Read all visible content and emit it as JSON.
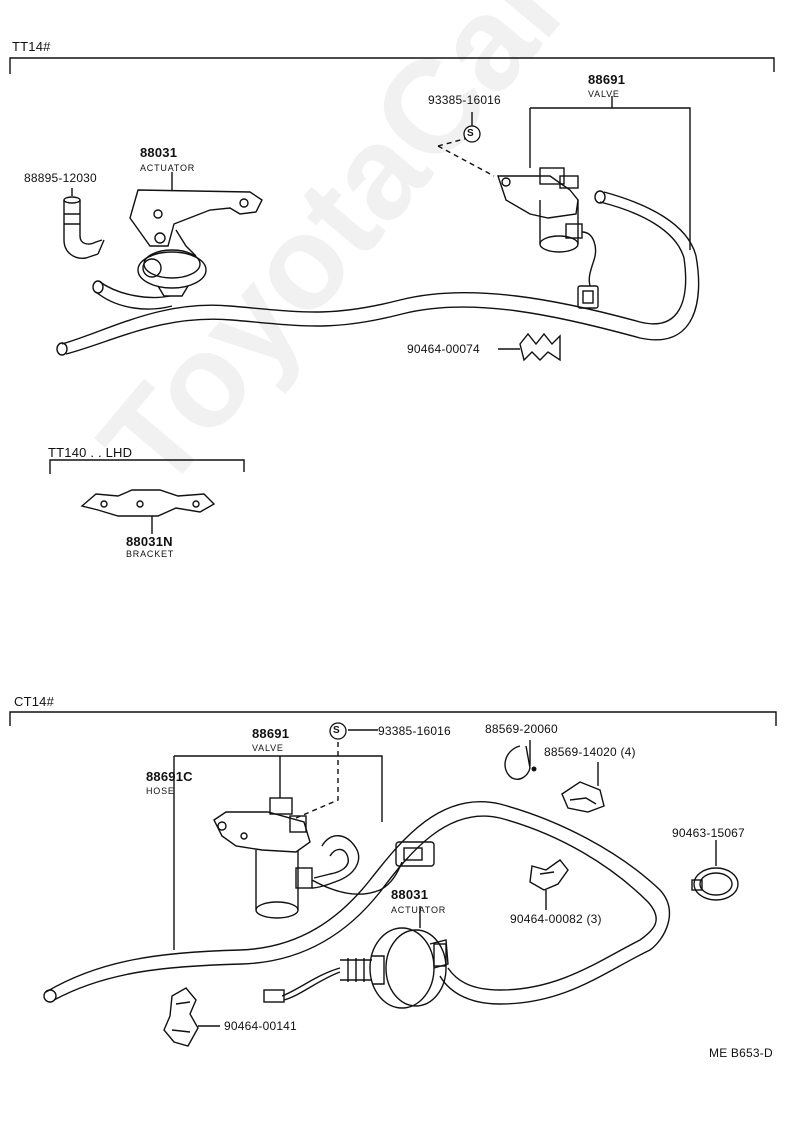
{
  "sections": {
    "tt14": {
      "title": "TT14#",
      "labels": {
        "screw": "93385-16016",
        "valve_part": "88691",
        "valve_name": "VALVE",
        "actuator_part": "88031",
        "actuator_name": "ACTUATOR",
        "hose_part": "88895-12030",
        "clip_part": "90464-00074"
      }
    },
    "tt140": {
      "title": "TT140 . . LHD",
      "labels": {
        "bracket_part": "88031N",
        "bracket_name": "BRACKET"
      }
    },
    "ct14": {
      "title": "CT14#",
      "labels": {
        "valve_part": "88691",
        "valve_name": "VALVE",
        "screw": "93385-16016",
        "hose_part": "88691C",
        "hose_name": "HOSE",
        "clamp_a": "88569-20060",
        "clamp_b": "88569-14020 (4)",
        "band_clamp": "90463-15067",
        "clip_a": "90464-00082 (3)",
        "actuator_part": "88031",
        "actuator_name": "ACTUATOR",
        "clip_b": "90464-00141"
      }
    }
  },
  "footer": {
    "code": "ME B653-D"
  },
  "watermark": "ToyotaCarMinifeu",
  "screw_symbol": "S"
}
